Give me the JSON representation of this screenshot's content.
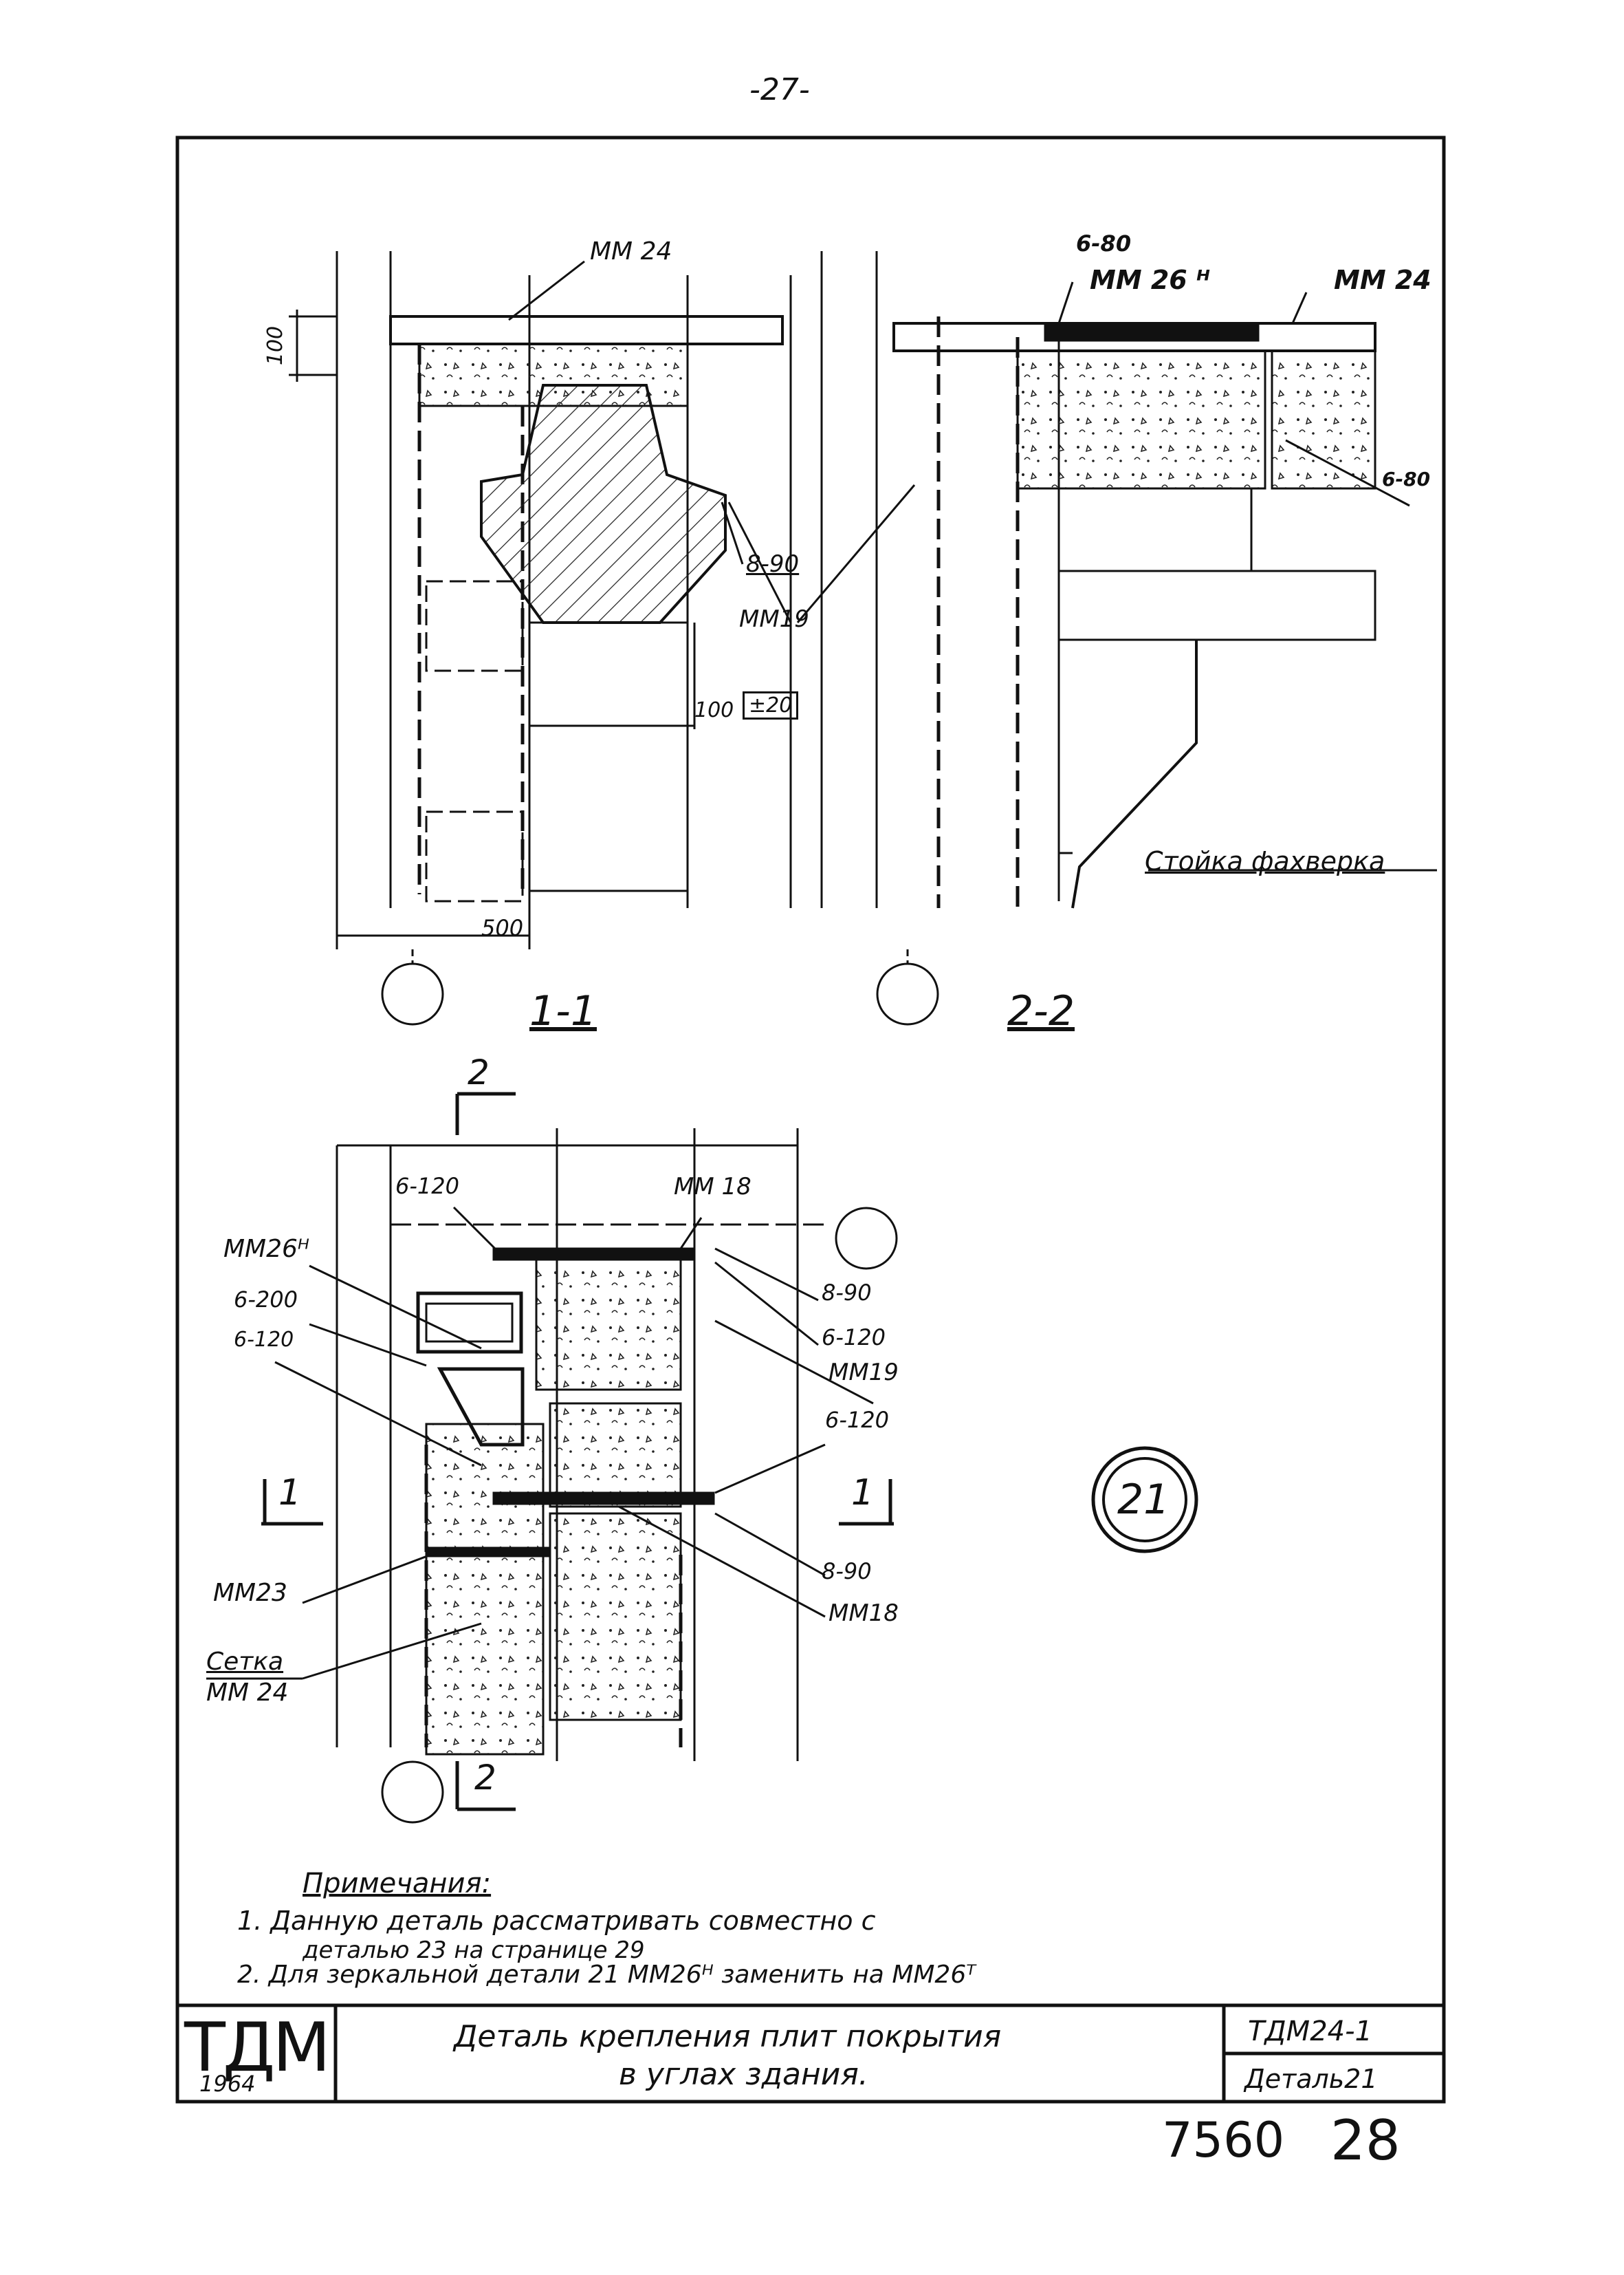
{
  "page_number": "-27-",
  "sections": {
    "s11": {
      "title": "1-1",
      "dims": {
        "top_depth": "100",
        "width": "500",
        "offset": "100",
        "level": "±20"
      },
      "labels": {
        "mm24": "ММ 24",
        "p890": "8-90",
        "mm19": "ММ19"
      }
    },
    "s22": {
      "title": "2-2",
      "labels": {
        "p680": "6-80",
        "mm26n": "ММ 26 ᴴ",
        "mm24": "ММ 24",
        "p680b": "6-80",
        "stoika": "Стойка фахверка"
      }
    },
    "plan": {
      "cut2_top": "2",
      "cut2_bottom": "2",
      "cut1_left": "1",
      "cut1_right": "1",
      "labels": {
        "p6120a": "6-120",
        "mm18a": "ММ 18",
        "mm26n": "ММ26ᴴ",
        "p6200": "6-200",
        "p6120b": "6-120",
        "p890a": "8-90",
        "p6120c": "6-120",
        "mm19": "ММ19",
        "p6120d": "6-120",
        "mm23": "ММ23",
        "setka": "Сетка",
        "setka_mm24": "ММ 24",
        "p890b": "8-90",
        "mm18b": "ММ18"
      }
    }
  },
  "detail_badge": "21",
  "notes": {
    "heading": "Примечания:",
    "items": [
      "1. Данную деталь рассматривать совместно с",
      "деталью 23 на странице 29",
      "2. Для зеркальной детали 21 ММ26ᴴ заменить на ММ26ᵀ"
    ]
  },
  "title_block": {
    "logo": "ТДМ",
    "year": "1964",
    "title_line1": "Деталь крепления плит покрытия",
    "title_line2": "в углах здания.",
    "code": "ТДМ24-1",
    "detail": "Деталь21"
  },
  "footer_numbers": {
    "archive": "7560",
    "sheet": "28"
  },
  "colors": {
    "ink": "#111111",
    "paper": "#ffffff",
    "hatch": "#333333"
  }
}
